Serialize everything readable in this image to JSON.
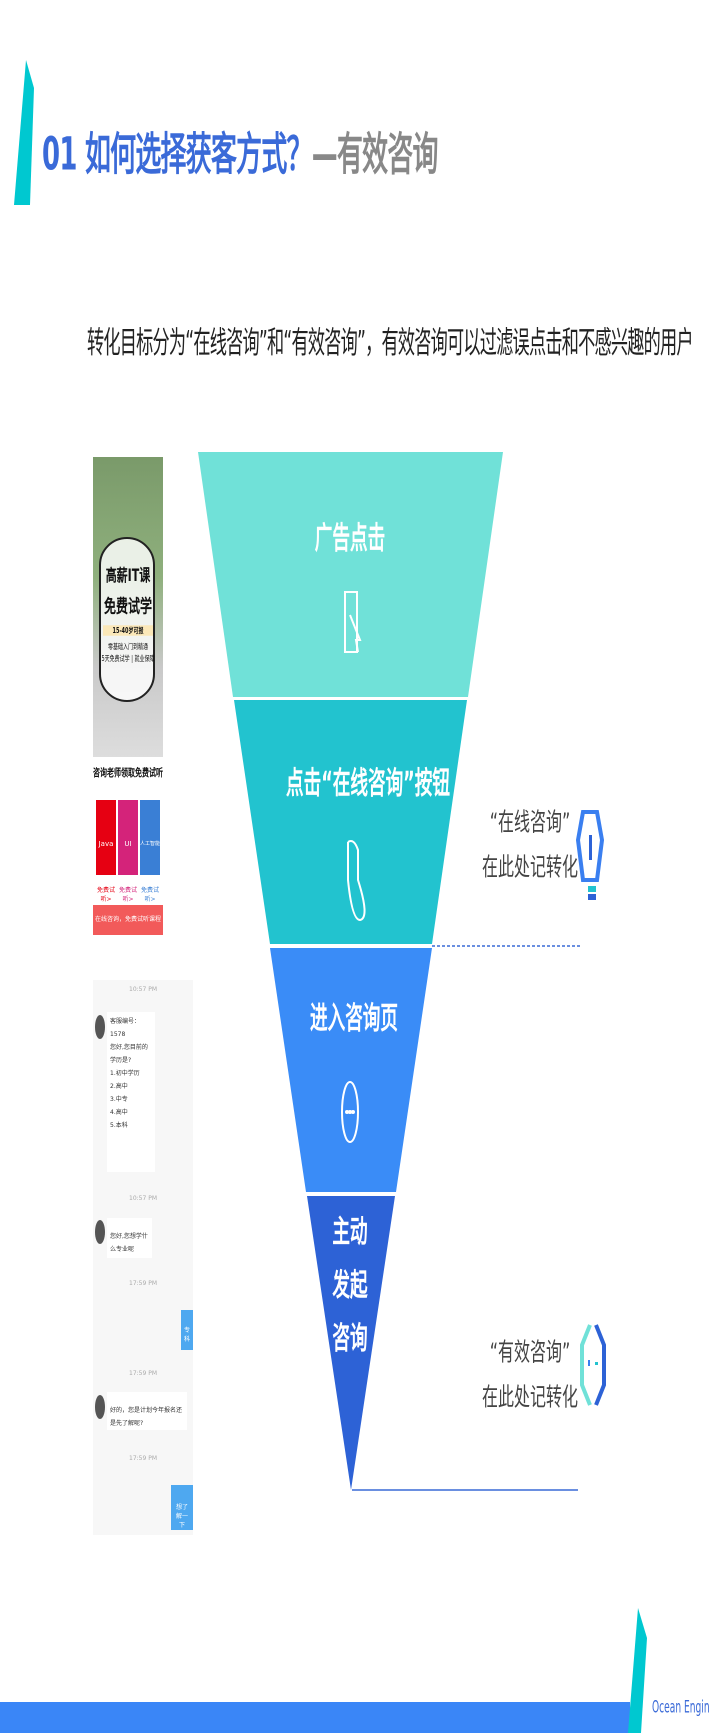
{
  "header": {
    "number": "01",
    "title_main": " 如何选择获客方式？",
    "title_sub": "—有效咨询"
  },
  "subtitle": "转化目标分为“在线咨询”和“有效咨询”，有效咨询可以过滤误点击和不感兴趣的用户",
  "funnel": {
    "stages": [
      {
        "label": "广告点击",
        "color": "#70e1d8",
        "icon": "cursor-click-icon"
      },
      {
        "label": "点击“在线咨询”按钮",
        "color": "#22c3cf",
        "icon": "hand-pointer-icon"
      },
      {
        "label": "进入咨询页",
        "color": "#3a8cf7",
        "icon": "chat-bubble-icon"
      },
      {
        "label_lines": [
          "主动",
          "发起",
          "咨询"
        ],
        "color": "#2d62d6"
      }
    ]
  },
  "annotations": [
    {
      "line1": "“在线咨询”",
      "line2": "在此处记转化",
      "icon": "info-hexagon-icon"
    },
    {
      "line1": "“有效咨询”",
      "line2": "在此处记转化",
      "icon": "chat-hexagon-icon"
    }
  ],
  "ad_preview": {
    "headline1": "高薪IT课",
    "headline2": "免费试学",
    "tag": "15-40岁可报",
    "line1": "零基础入门到精通",
    "line2": "5天免费试学 | 就业保障",
    "section_title": "咨询老师领取免费试听",
    "tiles": [
      "Java",
      "UI",
      "人工智能"
    ],
    "tile_links": [
      "免费试听>",
      "免费试听>",
      "免费试听>"
    ],
    "cta": "在线咨询，免费试听课程"
  },
  "chat_preview": {
    "timestamps": [
      "10:57 PM",
      "10:57 PM",
      "17:59 PM",
      "17:59 PM",
      "17:59 PM"
    ],
    "bot_msg1": [
      "客服编号：1578",
      "您好,您目前的学历是?",
      "1.初中学历",
      "2.高中",
      "3.中专",
      "4.高中",
      "5.本科"
    ],
    "bot_msg2": "您好,您想学什么专业呢",
    "user_msg1": "专科",
    "bot_msg3": "好的，您是计划今年报名还是先了解呢?",
    "user_msg2": "想了解一下"
  },
  "footer": {
    "brand": "Ocean Engine"
  },
  "colors": {
    "accent_teal": "#00c8d0",
    "accent_blue": "#3a6ad8",
    "bar_blue": "#3a86f7"
  }
}
